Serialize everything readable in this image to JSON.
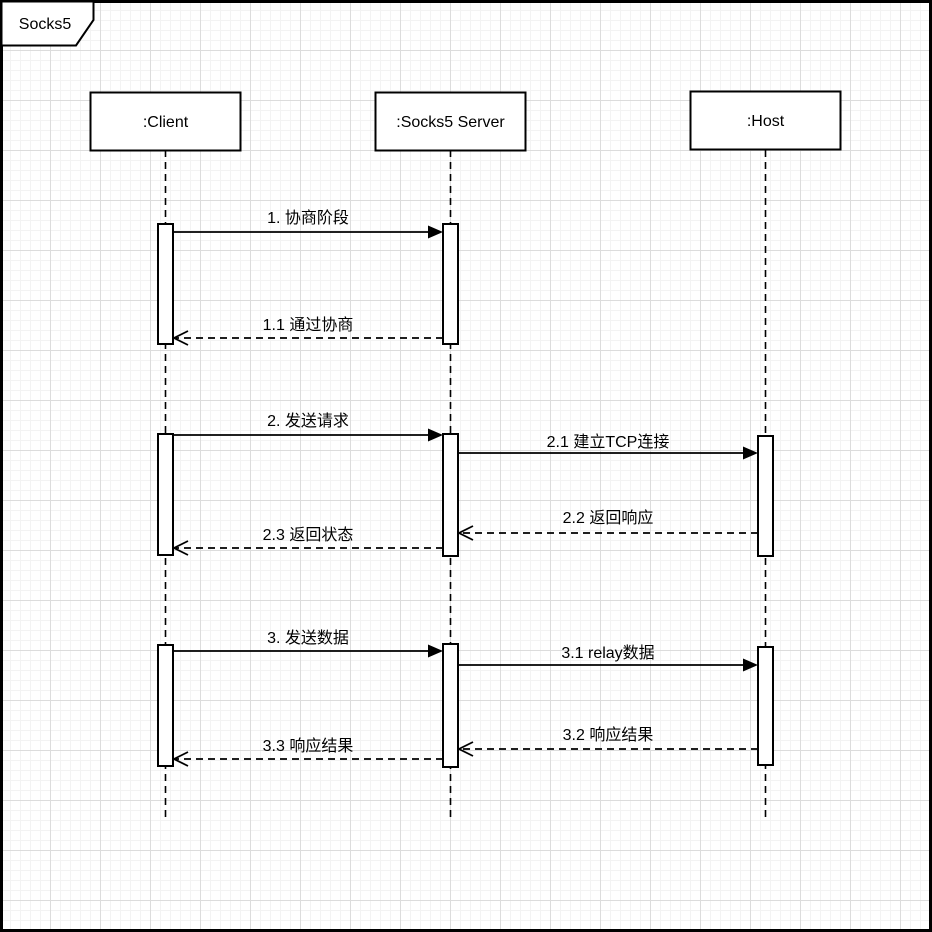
{
  "diagram": {
    "title": "Socks5",
    "kind": "uml-sequence-diagram"
  },
  "participants": [
    {
      "id": "client",
      "label": ":Client"
    },
    {
      "id": "socks5-server",
      "label": ":Socks5 Server"
    },
    {
      "id": "host",
      "label": ":Host"
    }
  ],
  "messages": [
    {
      "seq": "1",
      "label": "1. 协商阶段",
      "from": "client",
      "to": "socks5-server",
      "kind": "request"
    },
    {
      "seq": "1.1",
      "label": "1.1 通过协商",
      "from": "socks5-server",
      "to": "client",
      "kind": "return"
    },
    {
      "seq": "2",
      "label": "2. 发送请求",
      "from": "client",
      "to": "socks5-server",
      "kind": "request"
    },
    {
      "seq": "2.1",
      "label": "2.1 建立TCP连接",
      "from": "socks5-server",
      "to": "host",
      "kind": "request"
    },
    {
      "seq": "2.2",
      "label": "2.2 返回响应",
      "from": "host",
      "to": "socks5-server",
      "kind": "return"
    },
    {
      "seq": "2.3",
      "label": "2.3 返回状态",
      "from": "socks5-server",
      "to": "client",
      "kind": "return"
    },
    {
      "seq": "3",
      "label": "3. 发送数据",
      "from": "client",
      "to": "socks5-server",
      "kind": "request"
    },
    {
      "seq": "3.1",
      "label": "3.1 relay数据",
      "from": "socks5-server",
      "to": "host",
      "kind": "request"
    },
    {
      "seq": "3.2",
      "label": "3.2 响应结果",
      "from": "host",
      "to": "socks5-server",
      "kind": "return"
    },
    {
      "seq": "3.3",
      "label": "3.3 响应结果",
      "from": "socks5-server",
      "to": "client",
      "kind": "return"
    }
  ],
  "colors": {
    "stroke": "#000000",
    "fill": "#ffffff",
    "grid_minor": "#f3f3f3",
    "grid_major": "#dcdcdc"
  }
}
